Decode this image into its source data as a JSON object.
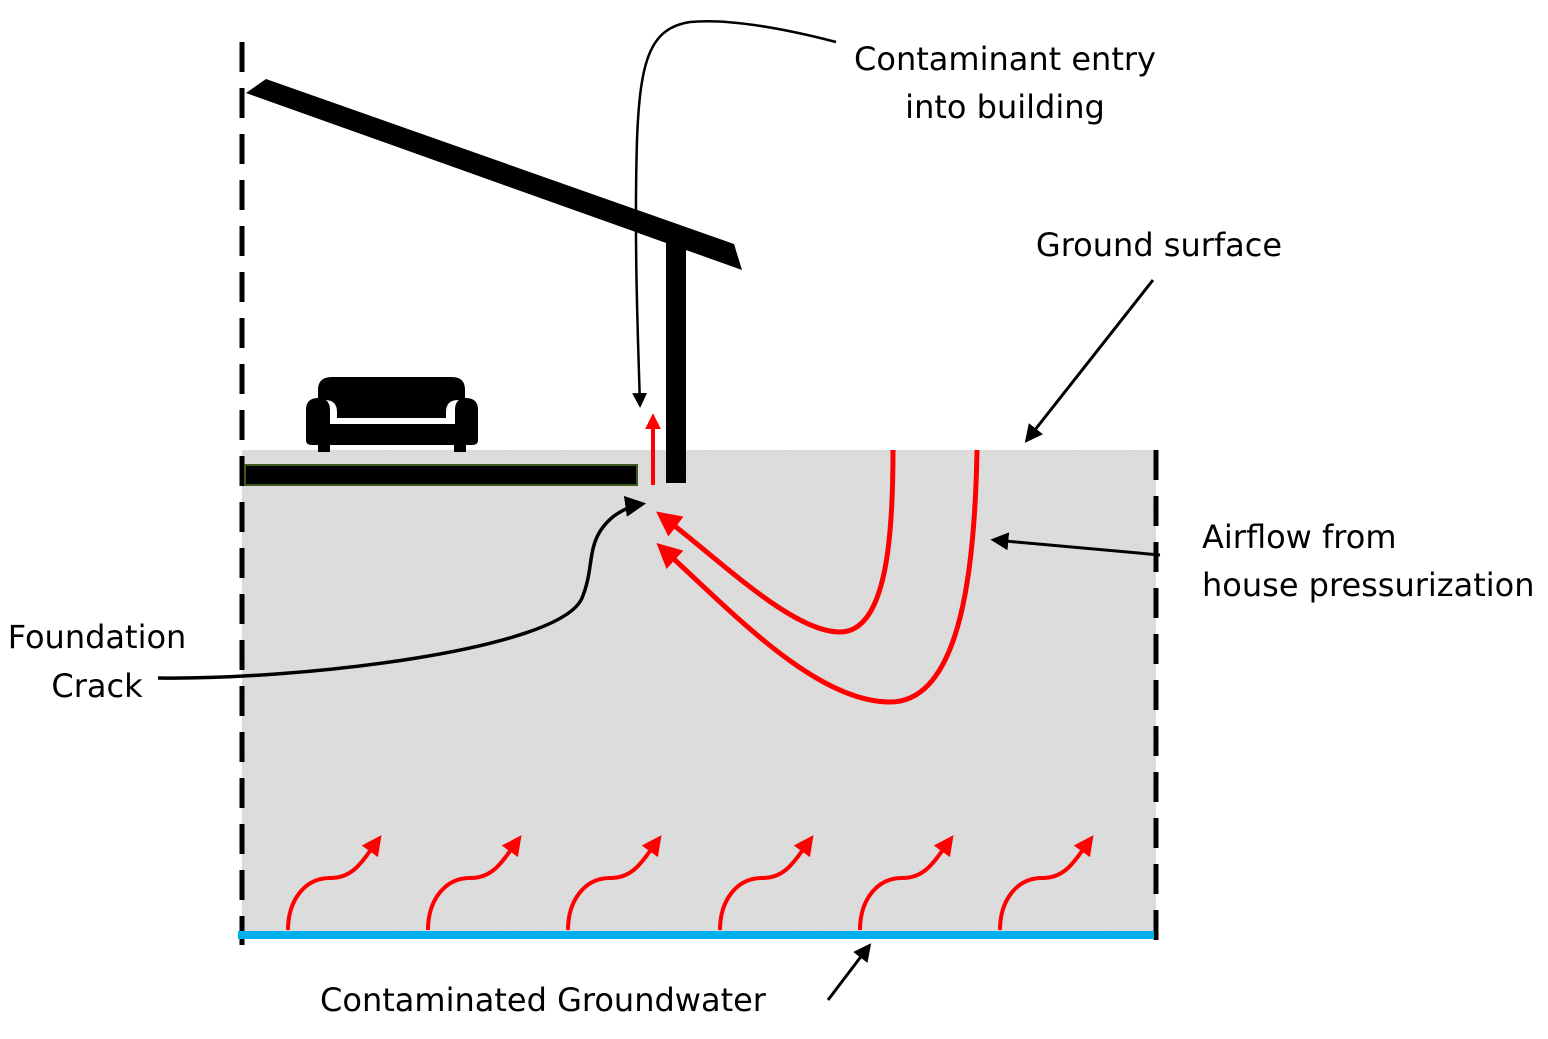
{
  "labels": {
    "contaminant_entry": [
      "Contaminant entry",
      "into building"
    ],
    "ground_surface": "Ground surface",
    "airflow": [
      "Airflow from",
      "house pressurization"
    ],
    "foundation_crack": [
      "Foundation",
      "Crack"
    ],
    "groundwater": "Contaminated Groundwater"
  },
  "colors": {
    "soil": "#e4e4e4",
    "structure": "#000000",
    "airflow": "#ff0000",
    "groundwater": "#00b0f0",
    "leader_lines": "#000000",
    "background": "#ffffff"
  },
  "icons": {
    "furniture": "sofa-icon"
  }
}
